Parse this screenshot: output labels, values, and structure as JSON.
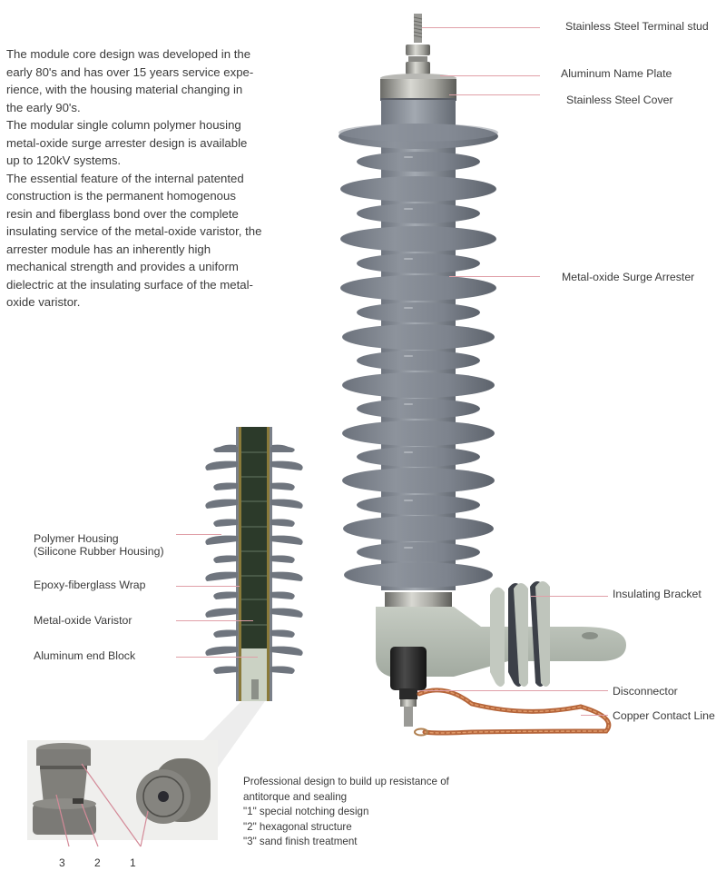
{
  "intro": {
    "paragraphs": [
      "The module core design was developed in the early 80's and has over 15 years service expe-rience, with the housing material changing in the early 90's.",
      "The modular single column polymer housing metal-oxide surge arrester design is available up to 120kV systems.",
      "The essential feature of the internal patented construction is the permanent homogenous resin and fiberglass bond over the complete insulating service of the metal-oxide varistor, the arrester module has an inherently high mechanical strength and provides a uniform dielectric at the insulating surface of the metal-oxide varistor."
    ],
    "lines": [
      "The module core design was developed in the",
      "early 80's and has over 15 years service expe-",
      "rience, with the housing material changing in",
      "the early 90's.",
      "The modular single column polymer housing",
      "metal-oxide surge arrester design is available",
      "up to 120kV systems.",
      "The essential feature of the internal patented",
      "construction is the permanent homogenous",
      "resin and fiberglass bond over the complete",
      "insulating service of the metal-oxide varistor, the",
      "arrester module has an inherently high",
      "mechanical strength and provides a uniform",
      "dielectric at the insulating surface of the metal-",
      "oxide varistor."
    ]
  },
  "main_callouts": {
    "terminal_stud": "Stainless Steel Terminal stud",
    "name_plate": "Aluminum Name Plate",
    "cover": "Stainless Steel Cover",
    "arrester": "Metal-oxide Surge Arrester",
    "bracket": "Insulating Bracket",
    "disconnector": "Disconnector",
    "copper_line": "Copper Contact Line"
  },
  "section_callouts": {
    "housing_line1": "Polymer Housing",
    "housing_line2": "(Silicone Rubber Housing)",
    "wrap": "Epoxy-fiberglass Wrap",
    "varistor": "Metal-oxide Varistor",
    "end_block": "Aluminum end Block"
  },
  "end_block_detail": {
    "numbers": [
      "3",
      "2",
      "1"
    ],
    "description": [
      "Professional design to build up resistance of",
      "antitorque and sealing",
      "\"1\" special notching design",
      "\"2\" hexagonal structure",
      "\"3\" sand finish treatment"
    ]
  },
  "colors": {
    "leader_line": "#e0a0a8",
    "housing_gray": "#7f858f",
    "core_green": "#2c3a2a",
    "bracket_gray": "#b9c0b6",
    "copper": "#b5653a"
  }
}
